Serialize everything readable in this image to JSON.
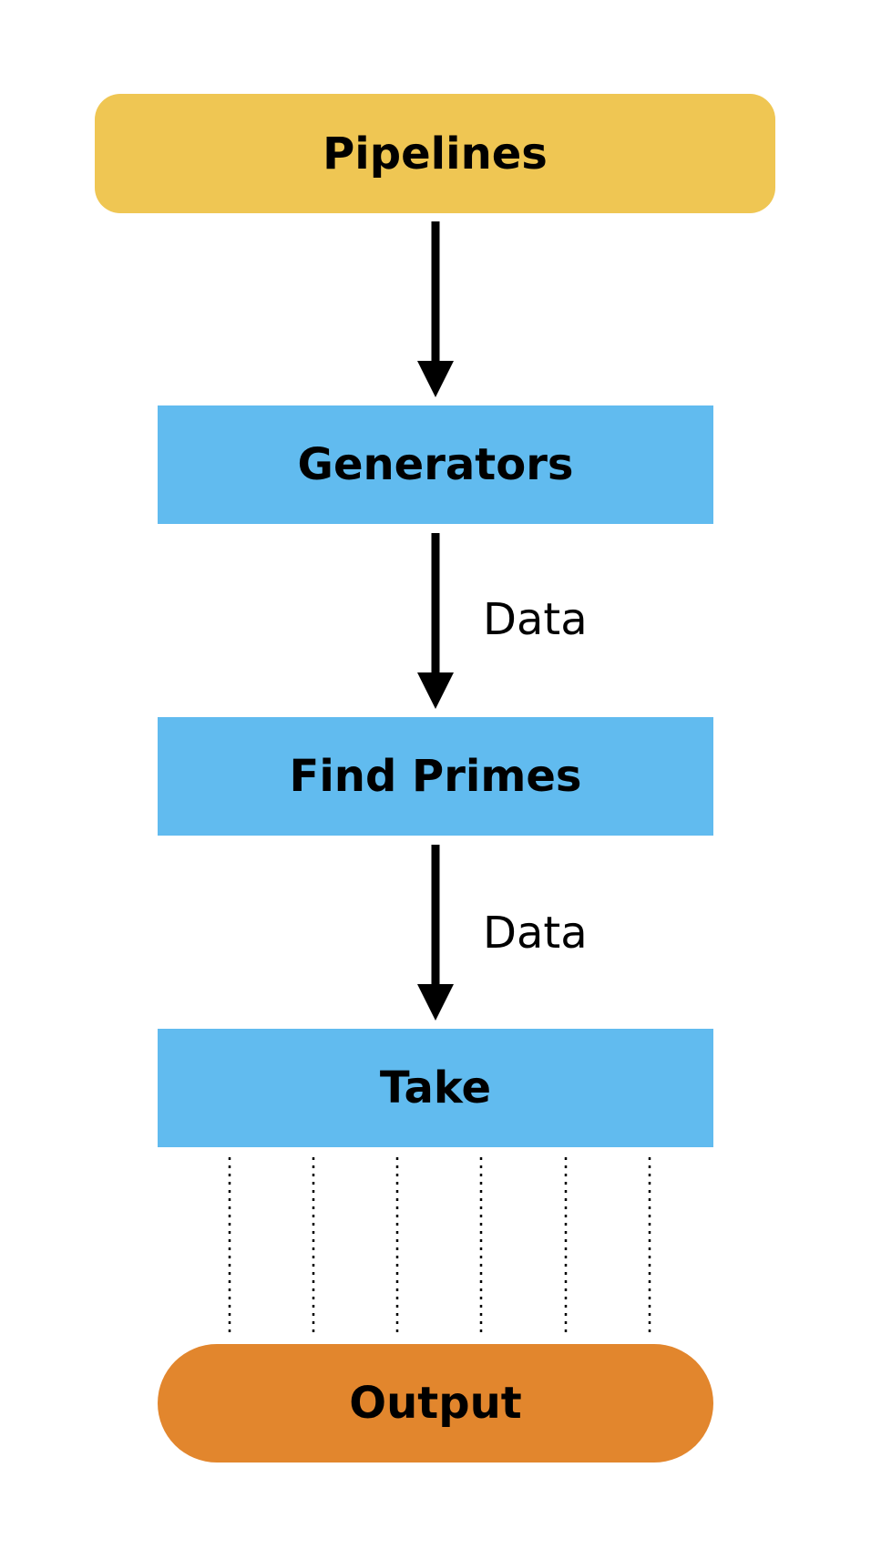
{
  "diagram": {
    "nodes": {
      "pipelines": {
        "label": "Pipelines",
        "color": "#EFC653"
      },
      "generators": {
        "label": "Generators",
        "color": "#61BBEF"
      },
      "find_primes": {
        "label": "Find Primes",
        "color": "#61BBEF"
      },
      "take": {
        "label": "Take",
        "color": "#61BBEF"
      },
      "output": {
        "label": "Output",
        "color": "#E2862D"
      }
    },
    "edges": [
      {
        "from": "pipelines",
        "to": "generators",
        "label": ""
      },
      {
        "from": "generators",
        "to": "find_primes",
        "label": "Data"
      },
      {
        "from": "find_primes",
        "to": "take",
        "label": "Data"
      },
      {
        "from": "take",
        "to": "output",
        "label": "",
        "style": "dotted",
        "count": 6
      }
    ]
  }
}
